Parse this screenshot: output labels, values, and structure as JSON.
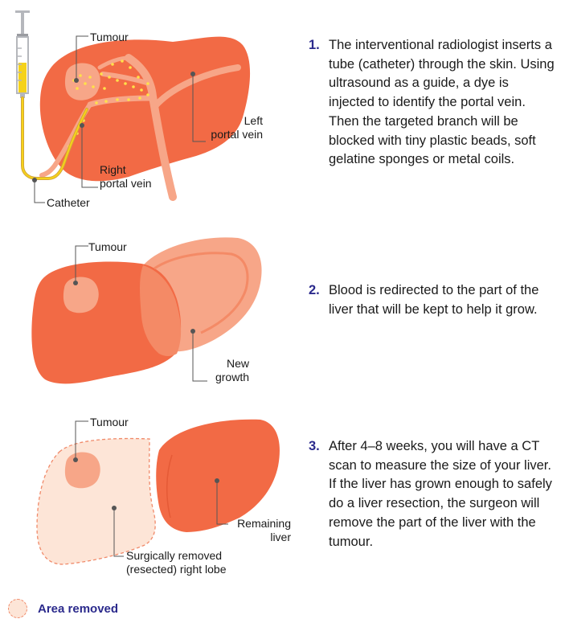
{
  "colors": {
    "liver": "#f26a45",
    "light": "#f7a688",
    "removed_fill": "#fde5d7",
    "removed_border": "#f08a6a",
    "accent_text": "#2b2a8c",
    "dye": "#ffe14a"
  },
  "panel1": {
    "tumour_label": "Tumour",
    "left_portal_vein": [
      "Left",
      "portal vein"
    ],
    "right_portal_vein": [
      "Right",
      "portal vein"
    ],
    "catheter_label": "Catheter"
  },
  "panel2": {
    "tumour_label": "Tumour",
    "new_growth": [
      "New",
      "growth"
    ]
  },
  "panel3": {
    "tumour_label": "Tumour",
    "remaining_liver": [
      "Remaining",
      "liver"
    ],
    "removed_lobe": [
      "Surgically removed",
      "(resected) right lobe"
    ]
  },
  "steps": [
    {
      "number": "1.",
      "text": "The interventional radiologist inserts a tube (catheter) through the skin. Using ultrasound as a guide, a dye is injected to identify the portal vein. Then the targeted branch will be blocked with tiny plastic beads, soft gelatine sponges or metal coils."
    },
    {
      "number": "2.",
      "text": "Blood is redirected to the part of the liver that will be kept to help it grow."
    },
    {
      "number": "3.",
      "text": "After 4–8 weeks, you will have a CT scan to measure the size of your liver. If the liver has grown enough to safely do a liver resection, the surgeon will remove the part of the liver with the tumour."
    }
  ],
  "legend": {
    "label": "Area removed",
    "icon": "dashed-circle-icon"
  }
}
